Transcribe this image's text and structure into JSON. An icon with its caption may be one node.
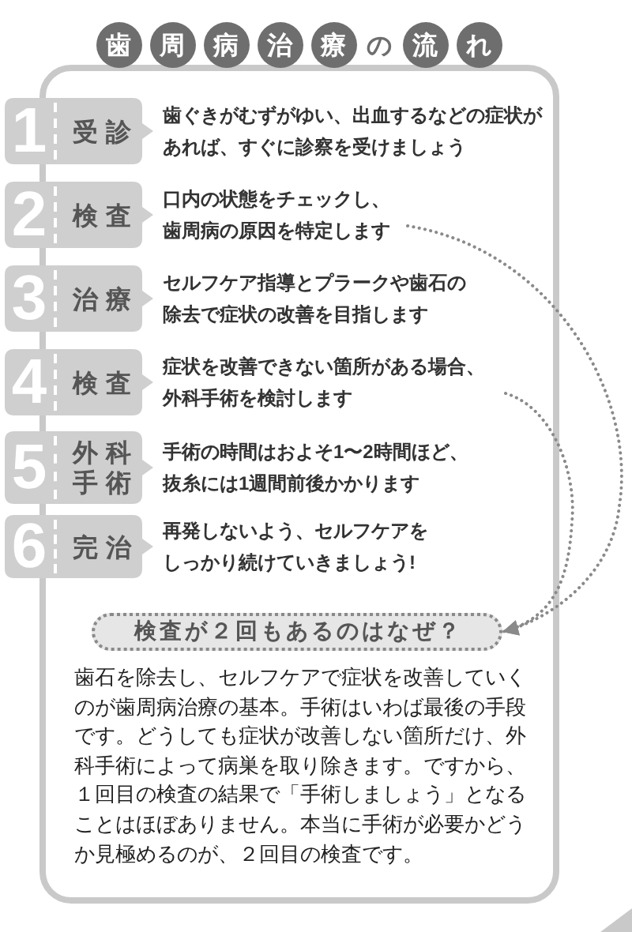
{
  "diagram": {
    "title": "歯周病治療の流れ",
    "nodes": [
      {
        "text": [
          "歯石を除去し、セルフケアで症状を改善していくのが歯周病治療の基本。手術はいわば最後の手段です。どうしても症状が改善しない箇所だけ、外科手術によって病巣を取り除きます。ですから、１回目の検査の結果で「手術しましょう」となることはほぼありません。本当に手術が必要かどうか見極めるのが、２回目の検査です。"
        ]
      },
      {
        "text": [
          "1",
          "受診"
        ],
        "beside": [
          "歯ぐきがむずがゆい、出血するなどの症状があれば、すぐに診察を受けましょう"
        ]
      },
      {
        "text": [
          "2",
          "検査"
        ],
        "beside": [
          "口内の状態をチェックし、歯周病の原因を特定します"
        ]
      },
      {
        "text": [
          "3",
          "治療"
        ],
        "beside": [
          "セルフケア指導とプラークや歯石の除去で症状の改善を目指します"
        ]
      },
      {
        "text": [
          "4",
          "検査"
        ],
        "beside": [
          "症状を改善できない箇所がある場合、外科手術を検討します"
        ]
      },
      {
        "text": [
          "5",
          "外科手術"
        ],
        "beside": [
          "手術の時間はおよそ1〜2時間ほど、抜糸には1週間前後かかります"
        ]
      },
      {
        "text": [
          "6",
          "完治"
        ],
        "beside": [
          "再発しないよう、セルフケアをしっかり続けていきましょう!"
        ]
      },
      {
        "text": [
          "検査が２回もあるのはなぜ？"
        ],
        "in": 0
      }
    ],
    "edges": [
      {
        "from": 2,
        "to": 7,
        "arrow": "to",
        "style": "dashed"
      },
      {
        "from": 4,
        "to": 7,
        "arrow": "to",
        "style": "dashed"
      }
    ]
  }
}
